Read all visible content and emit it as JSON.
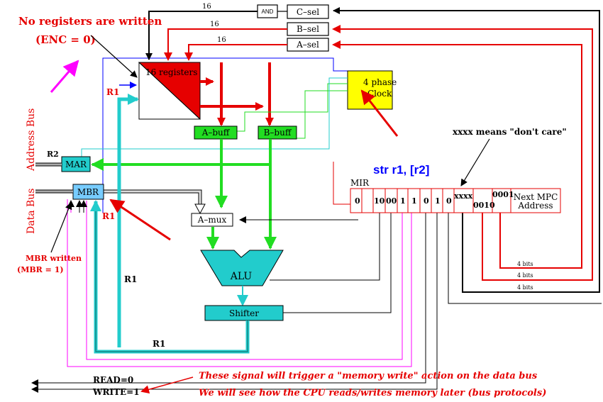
{
  "annotations": {
    "no_registers_line1": "No registers are written",
    "no_registers_line2": "(ENC = 0)",
    "dont_care": "xxxx means \"don't care\"",
    "instruction": "str r1, [r2]",
    "mbr_written_line1": "MBR written",
    "mbr_written_line2": "(MBR = 1)",
    "memory_write_note": "These signal will trigger a \"memory write\" action on the data bus",
    "bus_protocol_note": "We will see how the CPU reads/writes memory later (bus protocols)"
  },
  "components": {
    "and_gate": "AND",
    "c_sel": "C–sel",
    "b_sel": "B–sel",
    "a_sel": "A–sel",
    "registers": "16 registers",
    "clock_line1": "4 phase",
    "clock_line2": "Clock",
    "a_buff": "A–buff",
    "b_buff": "B–buff",
    "mar": "MAR",
    "mbr": "MBR",
    "a_mux": "A–mux",
    "alu": "ALU",
    "shifter": "Shifter",
    "mir": "MIR",
    "next_mpc_line1": "Next MPC",
    "next_mpc_line2": "Address"
  },
  "mir_fields": [
    "0",
    "10",
    "00",
    "1",
    "1",
    "0",
    "1",
    "0",
    "xxxx",
    "0010",
    "0001"
  ],
  "buses": {
    "address_bus": "Address Bus",
    "data_bus": "Data Bus"
  },
  "wire_labels": {
    "width_16_c": "16",
    "width_16_b": "16",
    "width_16_a": "16",
    "r1_reg": "R1",
    "r2_mar": "R2",
    "r1_mbr": "R1",
    "r1_vertical": "R1",
    "r1_bottom": "R1",
    "bits_1": "4 bits",
    "bits_2": "4 bits",
    "bits_3": "4 bits"
  },
  "signals": {
    "read": "READ=0",
    "write": "WRITE=1"
  },
  "colors": {
    "red": "#e60000",
    "green": "#22dd22",
    "cyan": "#22cccc",
    "magenta": "#ff00ff",
    "blue": "#0000ff",
    "yellow": "#ffff00"
  }
}
